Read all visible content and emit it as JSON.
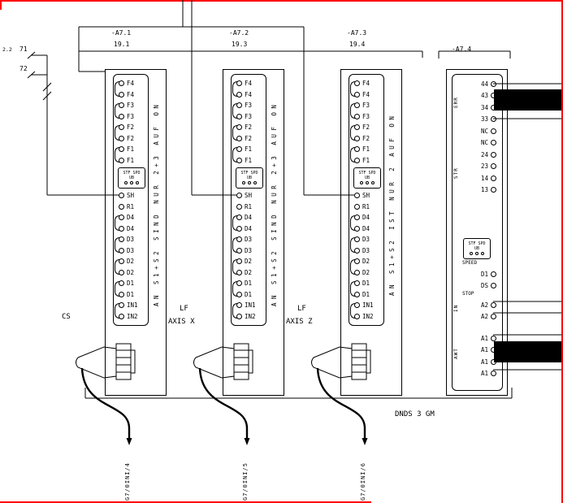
{
  "page": {
    "bottom_label": "DNDS 3 GM"
  },
  "left_ref": {
    "sheet": "2.2",
    "t_top": "71",
    "t_bottom": "72"
  },
  "modules": [
    {
      "tag": "-A7.1",
      "ref": "19.1",
      "side_text": "AN S1+S2 SIND NUR 2+3 AUF ON",
      "caption": "CS",
      "caption2": "",
      "cable_label": "G7/0INI/4",
      "terminals_top": [
        "F4",
        "F4",
        "F3",
        "F3",
        "F2",
        "F2",
        "F1",
        "F1"
      ],
      "relay_box": {
        "line1": "STF SPD",
        "line2": "UB"
      },
      "terminals_bottom": [
        "SH",
        "R1",
        "D4",
        "D4",
        "D3",
        "D3",
        "D2",
        "D2",
        "D1",
        "D1",
        "IN1",
        "IN2"
      ]
    },
    {
      "tag": "-A7.2",
      "ref": "19.3",
      "side_text": "AN S1+S2 SIND NUR 2+3 AUF ON",
      "caption": "LF",
      "caption2": "AXIS X",
      "cable_label": "G7/0INI/5",
      "terminals_top": [
        "F4",
        "F4",
        "F3",
        "F3",
        "F2",
        "F2",
        "F1",
        "F1"
      ],
      "relay_box": {
        "line1": "STF SPD",
        "line2": "UB"
      },
      "terminals_bottom": [
        "SH",
        "R1",
        "D4",
        "D4",
        "D3",
        "D3",
        "D2",
        "D2",
        "D1",
        "D1",
        "IN1",
        "IN2"
      ]
    },
    {
      "tag": "-A7.3",
      "ref": "19.4",
      "side_text": "AN S1+S2 IST NUR 2 AUF ON",
      "caption": "LF",
      "caption2": "AXIS Z",
      "cable_label": "G7/0INI/6",
      "terminals_top": [
        "F4",
        "F4",
        "F3",
        "F3",
        "F2",
        "F2",
        "F1",
        "F1"
      ],
      "relay_box": {
        "line1": "STF SPD",
        "line2": "UB"
      },
      "terminals_bottom": [
        "SH",
        "R1",
        "D4",
        "D4",
        "D3",
        "D3",
        "D2",
        "D2",
        "D1",
        "D1",
        "IN1",
        "IN2"
      ]
    }
  ],
  "module4": {
    "tag": "-A7.4",
    "contacts": [
      "44",
      "43",
      "34",
      "33",
      "NC",
      "NC",
      "24",
      "23",
      "14",
      "13"
    ],
    "group_labels": {
      "top": "ERR",
      "mid": "STR",
      "a2": "IN",
      "a1": "AWT"
    },
    "relay_box": {
      "line1": "STF SPD",
      "line2": "UB"
    },
    "speed_label": "SPEED",
    "speed_terminals": [
      "D1",
      "DS"
    ],
    "stop_label": "STOP",
    "a2_terminals": [
      "A2",
      "A2"
    ],
    "a1_terminals": [
      "A1",
      "A1",
      "A1",
      "A1"
    ]
  }
}
